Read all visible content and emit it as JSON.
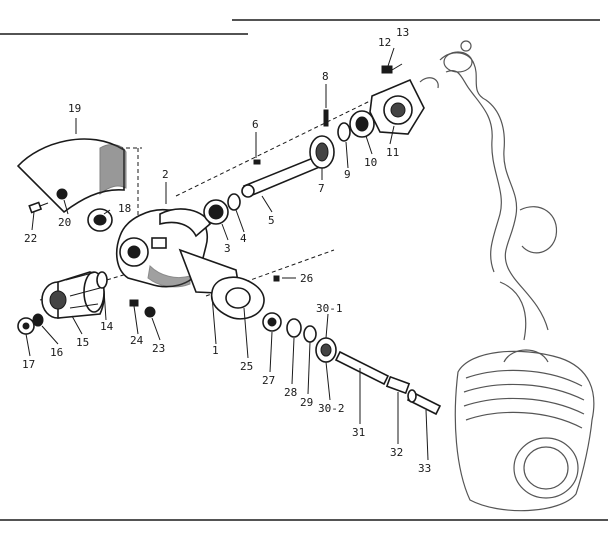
{
  "figure": {
    "callouts": [
      {
        "id": "c1",
        "text": "1"
      },
      {
        "id": "c2",
        "text": "2"
      },
      {
        "id": "c3",
        "text": "3"
      },
      {
        "id": "c4",
        "text": "4"
      },
      {
        "id": "c5",
        "text": "5"
      },
      {
        "id": "c6",
        "text": "6"
      },
      {
        "id": "c7",
        "text": "7"
      },
      {
        "id": "c8",
        "text": "8"
      },
      {
        "id": "c9",
        "text": "9"
      },
      {
        "id": "c10",
        "text": "10"
      },
      {
        "id": "c11",
        "text": "11"
      },
      {
        "id": "c12",
        "text": "12"
      },
      {
        "id": "c13",
        "text": "13"
      },
      {
        "id": "c14",
        "text": "14"
      },
      {
        "id": "c15",
        "text": "15"
      },
      {
        "id": "c16",
        "text": "16"
      },
      {
        "id": "c17",
        "text": "17"
      },
      {
        "id": "c18",
        "text": "18"
      },
      {
        "id": "c19",
        "text": "19"
      },
      {
        "id": "c20",
        "text": "20"
      },
      {
        "id": "c22",
        "text": "22"
      },
      {
        "id": "c23",
        "text": "23"
      },
      {
        "id": "c24",
        "text": "24"
      },
      {
        "id": "c25",
        "text": "25"
      },
      {
        "id": "c26",
        "text": "26"
      },
      {
        "id": "c27",
        "text": "27"
      },
      {
        "id": "c28",
        "text": "28"
      },
      {
        "id": "c29",
        "text": "29"
      },
      {
        "id": "c30_1",
        "text": "30-1"
      },
      {
        "id": "c30_2",
        "text": "30-2"
      },
      {
        "id": "c31",
        "text": "31"
      },
      {
        "id": "c32",
        "text": "32"
      },
      {
        "id": "c33",
        "text": "33"
      }
    ]
  }
}
